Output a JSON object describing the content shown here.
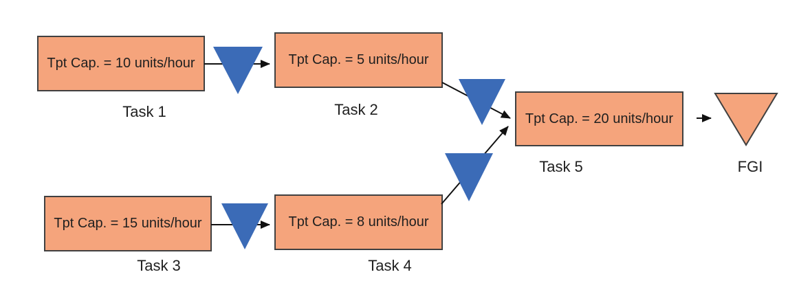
{
  "colors": {
    "task-fill": "#F5A47C",
    "task-border": "#404040",
    "buffer-blue": "#3B6BB7",
    "arrow-color": "#111111",
    "text-color": "#1F1F1F"
  },
  "diagram": {
    "tasks": [
      {
        "capacity_text": "Tpt Cap. = 10 units/hour",
        "label": "Task 1"
      },
      {
        "capacity_text": "Tpt Cap. = 5 units/hour",
        "label": "Task 2"
      },
      {
        "capacity_text": "Tpt Cap. = 15 units/hour",
        "label": "Task 3"
      },
      {
        "capacity_text": "Tpt Cap. = 8 units/hour",
        "label": "Task 4"
      },
      {
        "capacity_text": "Tpt Cap. = 20 units/hour",
        "label": "Task 5"
      }
    ],
    "fgi_label": "FGI",
    "flows": [
      {
        "from": "Task 1",
        "to": "Task 2",
        "via": "inventory-buffer"
      },
      {
        "from": "Task 2",
        "to": "Task 5",
        "via": "inventory-buffer"
      },
      {
        "from": "Task 3",
        "to": "Task 4",
        "via": "inventory-buffer"
      },
      {
        "from": "Task 4",
        "to": "Task 5",
        "via": "inventory-buffer"
      },
      {
        "from": "Task 5",
        "to": "FGI"
      }
    ]
  }
}
